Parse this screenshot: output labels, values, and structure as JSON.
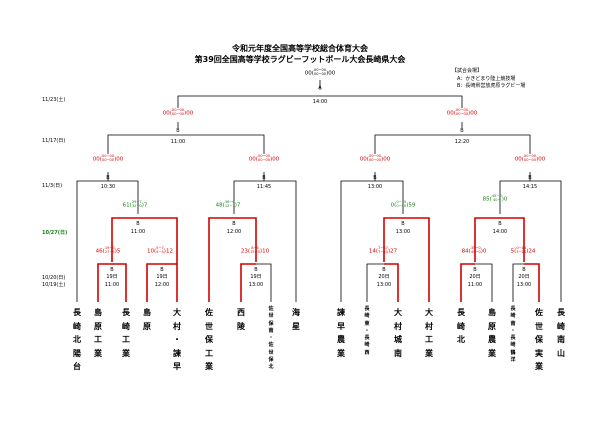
{
  "header": {
    "title1": "令和元年度全国高等学校総合体育大会",
    "title2": "第39回全国高等学校ラグビーフットボール大会長崎県大会"
  },
  "legend": {
    "heading": "【試合会場】",
    "a": "A：かきどまり陸上競技場",
    "b": "B：長崎県営放虎原ラグビー場"
  },
  "dates": {
    "d1123": "11/23(土)",
    "d1117": "11/17(日)",
    "d113": "11/3(日)",
    "d1027": "10/27(日)",
    "d1020": "10/20(日)",
    "d1019": "10/19(土)"
  },
  "venues": {
    "final": {
      "court": "A",
      "time": "14:00"
    },
    "semi1": {
      "court": "B",
      "time": "11:00"
    },
    "semi2": {
      "court": "B",
      "time": "12:20"
    },
    "qf1": {
      "court": "B",
      "time": "10:30"
    },
    "qf2": {
      "court": "B",
      "time": "11:45"
    },
    "qf3": {
      "court": "B",
      "time": "13:00"
    },
    "qf4": {
      "court": "B",
      "time": "14:15"
    },
    "r2a": {
      "court": "B",
      "time": "11:00"
    },
    "r2b": {
      "court": "B",
      "time": "12:00"
    },
    "r2c": {
      "court": "B",
      "time": "13:00"
    },
    "r2d": {
      "court": "B",
      "time": "14:00"
    },
    "r1a": {
      "court": "B",
      "day": "19日",
      "time": "11:00"
    },
    "r1b": {
      "court": "B",
      "day": "19日",
      "time": "12:00"
    },
    "r1c": {
      "court": "B",
      "day": "19日",
      "time": "13:00"
    },
    "r1d": {
      "court": "B",
      "day": "20日",
      "time": "13:00"
    },
    "r1e": {
      "court": "B",
      "day": "20日",
      "time": "11:00"
    },
    "r1f": {
      "court": "B",
      "day": "20日",
      "time": "13:00"
    }
  },
  "scores": {
    "final": {
      "l": "00",
      "top": "00−00",
      "bot": "00−00",
      "r": "00"
    },
    "semi1": {
      "l": "00",
      "top": "00−00",
      "bot": "00−00",
      "r": "00"
    },
    "semi2": {
      "l": "00",
      "top": "00−00",
      "bot": "00−00",
      "r": "00"
    },
    "qf1": {
      "l": "00",
      "top": "00−00",
      "bot": "00−00",
      "r": "00"
    },
    "qf2": {
      "l": "00",
      "top": "00−00",
      "bot": "00−00",
      "r": "00"
    },
    "qf3": {
      "l": "00",
      "top": "00−00",
      "bot": "00−00",
      "r": "00"
    },
    "qf4": {
      "l": "00",
      "top": "00−00",
      "bot": "00−00",
      "r": "00"
    },
    "r2a": {
      "l": "61",
      "top": "29−7",
      "bot": "32−0",
      "r": "7"
    },
    "r2b": {
      "l": "48",
      "top": "36−0",
      "bot": "12−7",
      "r": "7"
    },
    "r2c": {
      "l": "0",
      "top": "0−19",
      "bot": "0−40",
      "r": "59"
    },
    "r2d": {
      "l": "85",
      "top": "45−0",
      "bot": "40−",
      "r": "0"
    },
    "r1a": {
      "l": "46",
      "top": "19−0",
      "bot": "27−5",
      "r": "5"
    },
    "r1b": {
      "l": "10",
      "top": "5−7",
      "bot": "5−5",
      "r": "12"
    },
    "r1c": {
      "l": "23",
      "top": "8−5",
      "bot": "15−5",
      "r": "10"
    },
    "r1d": {
      "l": "14",
      "top": "7−17",
      "bot": "7−10",
      "r": "27"
    },
    "r1e": {
      "l": "84",
      "top": "35−0",
      "bot": "49−0",
      "r": "0"
    },
    "r1f": {
      "l": "5",
      "top": "0−14",
      "bot": "5−14",
      "r": "24"
    }
  },
  "teams": [
    "長崎北陽台",
    "島原工業",
    "長崎工業",
    "島原",
    "大村・諫早",
    "佐世保工業",
    "西陵",
    "佐世保南・佐世保北",
    "海星",
    "諫早農業",
    "長崎東・長崎西",
    "大村城南",
    "大村工業",
    "長崎北",
    "島原農業",
    "長崎南・長崎鶴洋",
    "佐世保実業",
    "長崎南山"
  ]
}
